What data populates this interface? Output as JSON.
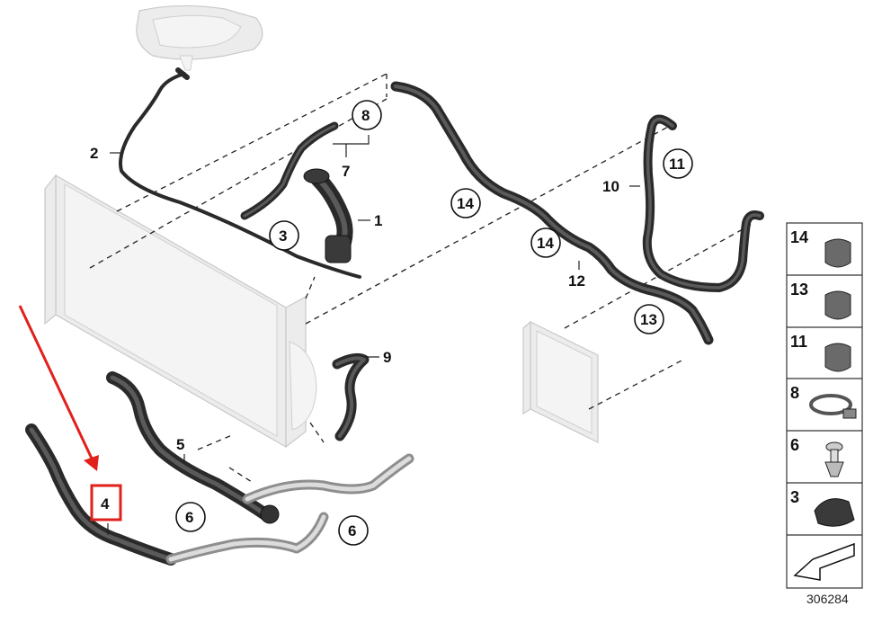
{
  "diagram": {
    "labels": {
      "l1": "1",
      "l2": "2",
      "l3": "3",
      "l4": "4",
      "l5": "5",
      "l6a": "6",
      "l6b": "6",
      "l7": "7",
      "l8": "8",
      "l9": "9",
      "l10": "10",
      "l11": "11",
      "l12": "12",
      "l13": "13",
      "l14a": "14",
      "l14b": "14"
    },
    "highlight_color": "#e0201b",
    "legend": [
      "14",
      "13",
      "11",
      "8",
      "6",
      "3"
    ],
    "doc_number": "306284"
  }
}
